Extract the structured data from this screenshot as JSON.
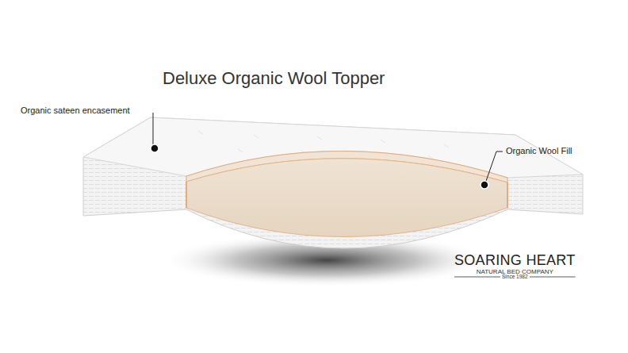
{
  "diagram": {
    "title": "Deluxe Organic Wool Topper",
    "labels": [
      "Organic sateen encasement",
      "Organic Wool Fill",
      "SOARING HEART",
      "NATURAL BED COMPANY",
      "Since 1982"
    ]
  }
}
